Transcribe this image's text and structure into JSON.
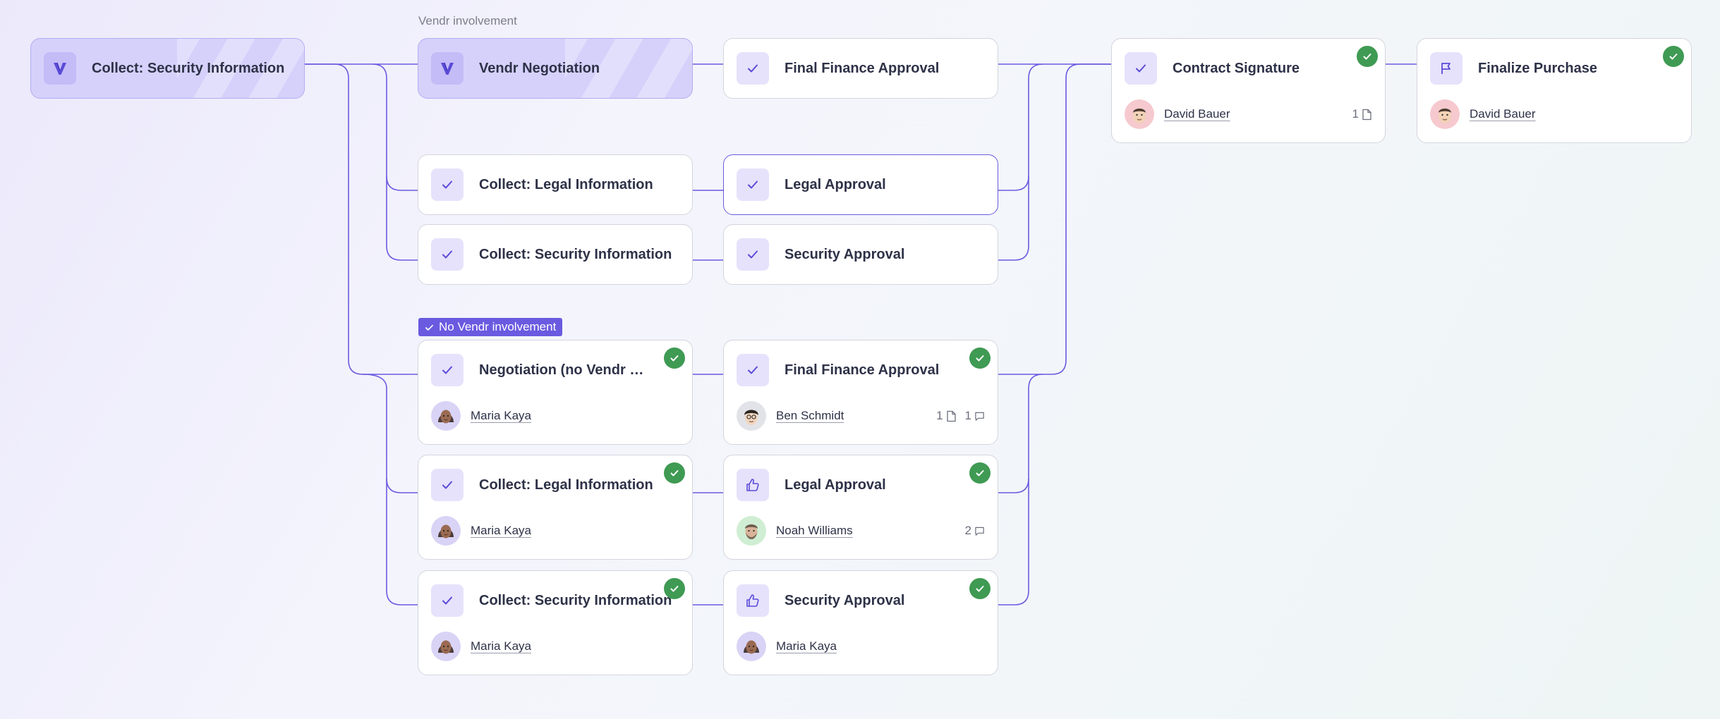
{
  "labels": {
    "vendr_involvement": "Vendr involvement",
    "no_vendr_involvement": "No Vendr involvement"
  },
  "colors": {
    "accent": "#6a5ae0",
    "success": "#3f9a53",
    "border": "#d4d5de",
    "connector": "#6a5ae0"
  },
  "cards": {
    "start": {
      "title": "Collect: Security Information",
      "icon": "vendr-logo-icon"
    },
    "vendr_negotiation": {
      "title": "Vendr Negotiation",
      "icon": "vendr-logo-icon"
    },
    "final_finance_approval": {
      "title": "Final Finance Approval",
      "icon": "check-icon"
    },
    "collect_legal": {
      "title": "Collect: Legal Information",
      "icon": "check-icon"
    },
    "legal_approval": {
      "title": "Legal Approval",
      "icon": "check-icon"
    },
    "collect_security": {
      "title": "Collect: Security Information",
      "icon": "check-icon"
    },
    "security_approval": {
      "title": "Security Approval",
      "icon": "check-icon"
    },
    "contract_signature": {
      "title": "Contract Signature",
      "icon": "check-icon",
      "assignee": "David Bauer",
      "attachments": "1",
      "done": true
    },
    "finalize_purchase": {
      "title": "Finalize Purchase",
      "icon": "flag-icon",
      "assignee": "David Bauer",
      "done": true
    },
    "nv_negotiation": {
      "title": "Negotiation (no Vendr SaaS Co...",
      "icon": "check-icon",
      "assignee": "Maria Kaya",
      "done": true
    },
    "nv_final_finance": {
      "title": "Final Finance Approval",
      "icon": "check-icon",
      "assignee": "Ben Schmidt",
      "attachments": "1",
      "comments": "1",
      "done": true
    },
    "nv_collect_legal": {
      "title": "Collect: Legal Information",
      "icon": "check-icon",
      "assignee": "Maria Kaya",
      "done": true
    },
    "nv_legal_approval": {
      "title": "Legal Approval",
      "icon": "thumbs-up-icon",
      "assignee": "Noah Williams",
      "comments": "2",
      "done": true
    },
    "nv_collect_security": {
      "title": "Collect: Security Information",
      "icon": "check-icon",
      "assignee": "Maria Kaya",
      "done": true
    },
    "nv_security_approval": {
      "title": "Security Approval",
      "icon": "thumbs-up-icon",
      "assignee": "Maria Kaya",
      "done": true
    }
  }
}
